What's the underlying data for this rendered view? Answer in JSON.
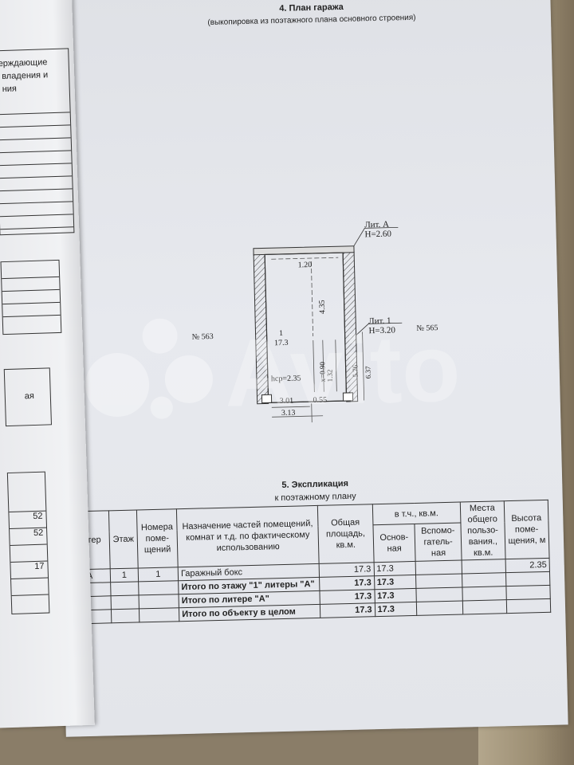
{
  "section4": {
    "title": "4. План гаража",
    "subtitle": "(выкопировка из поэтажного плана основного строения)"
  },
  "plan": {
    "lit_a": "Лит. А",
    "lit_a_h": "Н=2.60",
    "lit_1": "Лит. 1",
    "lit_1_h": "Н=3.20",
    "neighbor_left": "№ 563",
    "neighbor_right": "№ 565",
    "room_number": "1",
    "room_area": "17.3",
    "dim_top": "1.20",
    "dim_center": "4.35",
    "dim_hcp": "hср=2.35",
    "dim_x": "x=0.90",
    "dim_132": "1.32",
    "dim_576": "5.76",
    "dim_637": "6.37",
    "dim_301": "3.01",
    "dim_055": "0.55",
    "dim_313": "3.13"
  },
  "section5": {
    "title": "5. Экспликация",
    "subtitle": "к поэтажному плану"
  },
  "table": {
    "headers": {
      "liter": "Литер",
      "floor": "Этаж",
      "room_nums": "Номера поме-щений",
      "purpose": "Назначение частей помещений, комнат и т.д. по фактическому использованию",
      "total_area": "Общая площадь, кв.м.",
      "incl": "в т.ч., кв.м.",
      "main": "Основ-ная",
      "aux": "Вспомо-гатель-ная",
      "common": "Места общего пользо-вания., кв.м.",
      "height": "Высота поме-щения, м"
    },
    "rows": [
      {
        "liter": "А",
        "floor": "1",
        "num": "1",
        "purpose": "Гаражный бокс",
        "total": "17.3",
        "main": "17.3",
        "aux": "",
        "common": "",
        "height": "2.35"
      },
      {
        "liter": "",
        "floor": "",
        "num": "",
        "purpose": "Итого по этажу \"1\" литеры \"А\"",
        "total": "17.3",
        "main": "17.3",
        "aux": "",
        "common": "",
        "height": ""
      },
      {
        "liter": "",
        "floor": "",
        "num": "",
        "purpose": "Итого по литере \"А\"",
        "total": "17.3",
        "main": "17.3",
        "aux": "",
        "common": "",
        "height": ""
      },
      {
        "liter": "",
        "floor": "",
        "num": "",
        "purpose": "Итого по объекту в целом",
        "total": "17.3",
        "main": "17.3",
        "aux": "",
        "common": "",
        "height": ""
      }
    ]
  },
  "left_sheet": {
    "line1": "ерждающие",
    "line2": "владения и",
    "line3": "ния",
    "word": "ая",
    "v1": "52",
    "v2": "52",
    "v3": "17"
  },
  "watermark_text": "Avito",
  "colors": {
    "paper": "#e4e6ea",
    "ink": "#222222",
    "table_line": "#333333"
  }
}
